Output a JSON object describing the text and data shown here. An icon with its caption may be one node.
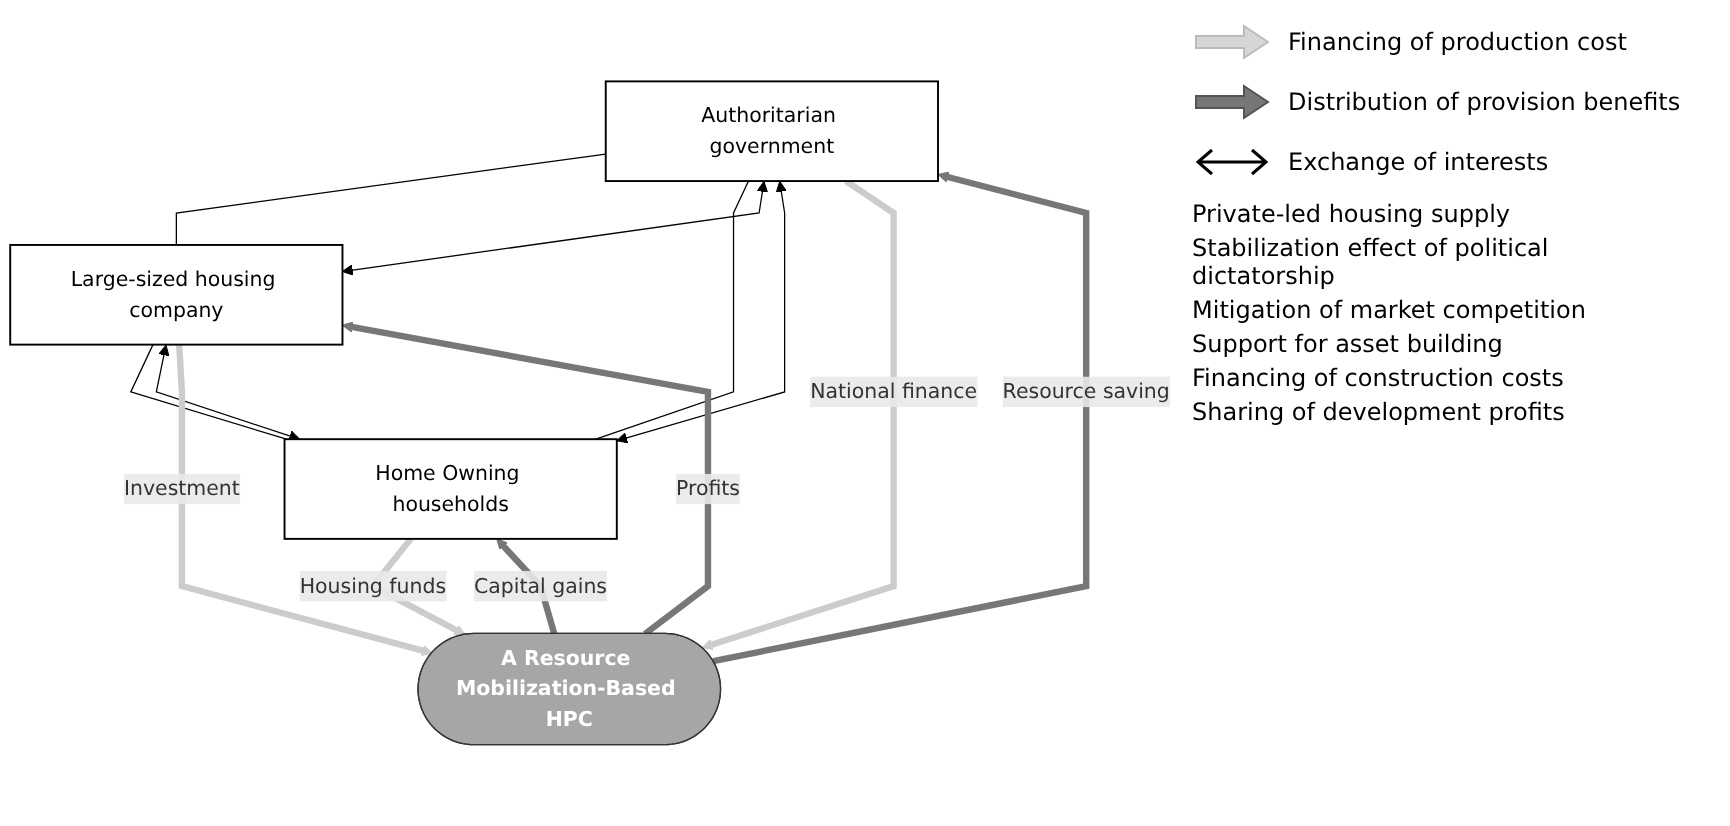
{
  "diagram": {
    "nodes": [
      {
        "text": [
          "Authoritarian government"
        ]
      },
      {
        "text": [
          "Large-sized housing company"
        ]
      },
      {
        "text": [
          "Home Owning households"
        ]
      },
      {
        "text": [
          "A Resource Mobilization-Based HPC"
        ]
      }
    ],
    "edges": [
      {
        "from": 0,
        "to": 1,
        "arrow": "none"
      },
      {
        "from": 0,
        "to": 2,
        "arrow": "none"
      },
      {
        "from": 1,
        "to": 2,
        "arrow": "none"
      },
      {
        "from": 0,
        "to": 1,
        "arrow": "both"
      },
      {
        "from": 0,
        "to": 2,
        "arrow": "both"
      },
      {
        "from": 1,
        "to": 2,
        "arrow": "both"
      },
      {
        "from": 0,
        "to": 3,
        "arrow": "to",
        "label": "National finance",
        "style": "thick",
        "color": "#cccccc"
      },
      {
        "from": 3,
        "to": 0,
        "arrow": "to",
        "label": "Resource saving",
        "style": "thick",
        "color": "#777777"
      },
      {
        "from": 1,
        "to": 3,
        "arrow": "to",
        "label": "Investment",
        "style": "thick",
        "color": "#cccccc"
      },
      {
        "from": 3,
        "to": 1,
        "arrow": "to",
        "label": "Profits",
        "style": "thick",
        "color": "#777777"
      },
      {
        "from": 2,
        "to": 3,
        "arrow": "to",
        "label": "Housing funds",
        "style": "thick",
        "color": "#cccccc"
      },
      {
        "from": 3,
        "to": 2,
        "arrow": "to",
        "label": "Capital gains",
        "style": "thick",
        "color": "#777777"
      }
    ],
    "labels": [
      "Private-led housing supply",
      "Stabilization effect of political dictatorship",
      "Mitigation of market competition",
      "Support for asset building",
      "Financing of construction costs",
      "Sharing of development profits"
    ],
    "legend": [
      {
        "text": "Financing of production cost"
      },
      {
        "text": "Distribution of provision benefits"
      },
      {
        "text": "Exchange of interests"
      }
    ]
  }
}
